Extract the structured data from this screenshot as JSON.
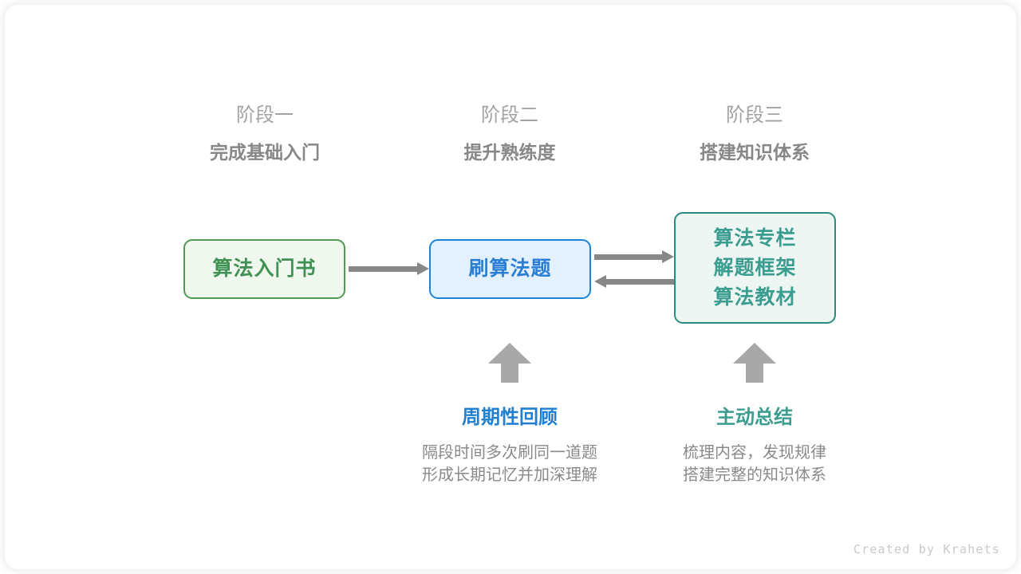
{
  "meta": {
    "credit": "Created by Krahets"
  },
  "palette": {
    "green_text": "#3f9252",
    "green_border": "#4e9a51",
    "green_fill": "#eff7ef",
    "blue_text": "#2a7fd4",
    "blue_border": "#1b84d8",
    "blue_fill": "#e3f0fd",
    "teal_text": "#3a9d8f",
    "teal_border": "#2c8b80",
    "teal_fill": "#edf6f3",
    "arrow_gray": "#878787",
    "up_arrow_gray": "#a8a8a8",
    "kicker_gray": "#a3a3a3",
    "title_gray": "#878787",
    "body_gray": "#8a8a8a"
  },
  "stages": [
    {
      "kicker": "阶段一",
      "title": "完成基础入门"
    },
    {
      "kicker": "阶段二",
      "title": "提升熟练度"
    },
    {
      "kicker": "阶段三",
      "title": "搭建知识体系"
    }
  ],
  "nodes": {
    "book": {
      "lines": [
        "算法入门书"
      ]
    },
    "practice": {
      "lines": [
        "刷算法题"
      ]
    },
    "resources": {
      "lines": [
        "算法专栏",
        "解题框架",
        "算法教材"
      ]
    }
  },
  "notes": [
    {
      "title": "周期性回顾",
      "body": [
        "隔段时间多次刷同一道题",
        "形成长期记忆并加深理解"
      ]
    },
    {
      "title": "主动总结",
      "body": [
        "梳理内容，发现规律",
        "搭建完整的知识体系"
      ]
    }
  ]
}
